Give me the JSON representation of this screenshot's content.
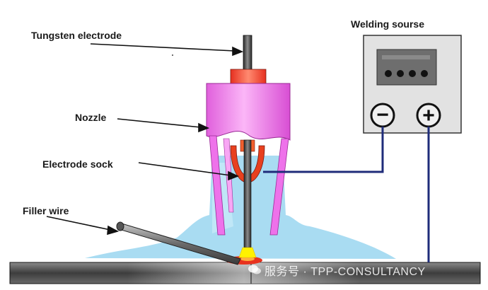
{
  "labels": {
    "tungsten_electrode": "Tungsten electrode",
    "nozzle": "Nozzle",
    "electrode_sock": "Electrode sock",
    "filler_wire": "Filler wire",
    "welding_source": "Welding sourse"
  },
  "power_source": {
    "minus_symbol": "−",
    "plus_symbol": "+"
  },
  "watermark": {
    "text": "服务号 · TPP-CONSULTANCY"
  },
  "colors": {
    "nozzle": "#f07bf0",
    "nozzle_dark": "#d040c8",
    "collet": "#e8401e",
    "shield_gas": "#a9dcf2",
    "cable": "#1f2c7a",
    "workpiece": "#4a4a4a",
    "arc": "#fff200"
  }
}
